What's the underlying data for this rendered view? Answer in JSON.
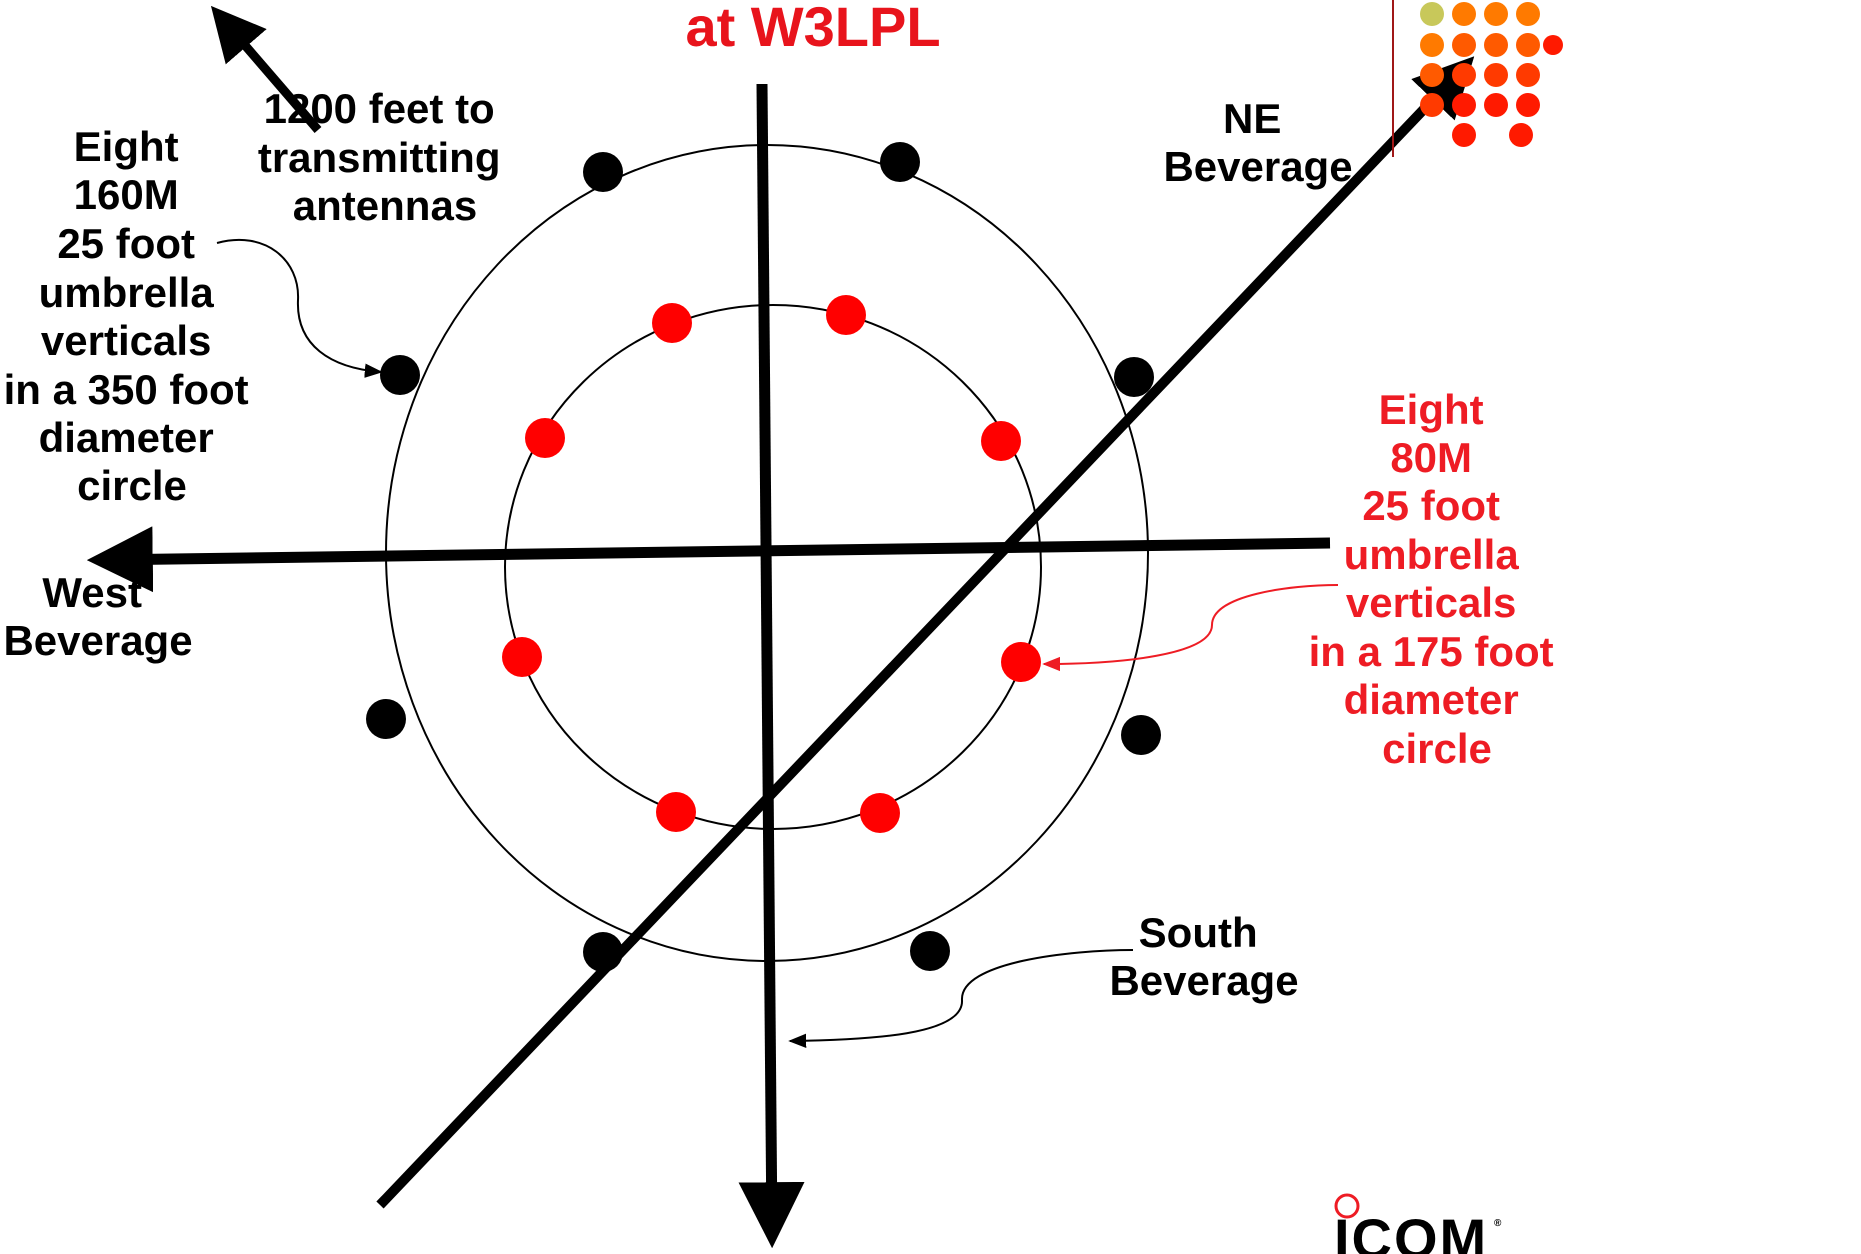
{
  "title": {
    "text": "at W3LPL",
    "color": "#e8141c"
  },
  "colors": {
    "inner_array": "#ff0000",
    "outer_array": "#000000",
    "red_label": "#ee1c24",
    "dots_corner": [
      "#c8c85a",
      "#ff7a00",
      "#ff5a00",
      "#ff3a00",
      "#ff1a00"
    ]
  },
  "labels": {
    "tx_antennas": [
      "1200 feet to",
      "transmitting",
      "antennas"
    ],
    "outer_array": [
      "Eight",
      "160M",
      "25 foot",
      "umbrella",
      "verticals",
      "in a 350 foot",
      "diameter",
      "circle"
    ],
    "inner_array": [
      "Eight",
      "80M",
      "25 foot",
      "umbrella",
      "verticals",
      "in a 175 foot",
      "diameter",
      "circle"
    ],
    "ne_beverage": [
      "NE",
      "Beverage"
    ],
    "west_beverage": [
      "West",
      "Beverage"
    ],
    "south_beverage": [
      "South",
      "Beverage"
    ]
  },
  "logo": {
    "brand": "ICOM",
    "icon": "icom-logo"
  },
  "icons": {
    "corner_decoration": "dot-grid-decoration"
  }
}
